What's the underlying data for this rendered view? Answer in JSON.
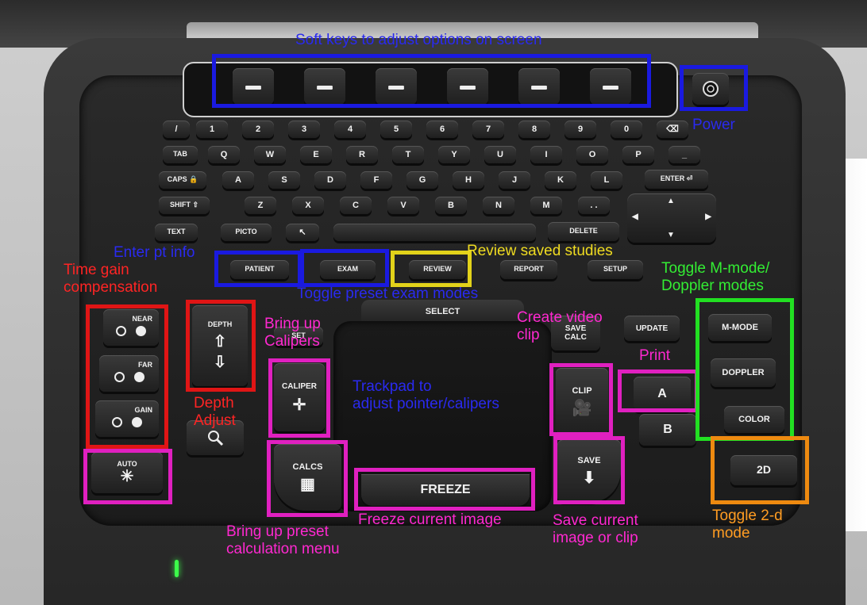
{
  "soft_keys": [
    "",
    "",
    "",
    "",
    "",
    ""
  ],
  "keyboard": {
    "row1": [
      "/",
      "1",
      "2",
      "3",
      "4",
      "5",
      "6",
      "7",
      "8",
      "9",
      "0",
      "⌫"
    ],
    "row2": [
      "TAB",
      "Q",
      "W",
      "E",
      "R",
      "T",
      "Y",
      "U",
      "I",
      "O",
      "P",
      "_"
    ],
    "row3": [
      "CAPS 🔒",
      "A",
      "S",
      "D",
      "F",
      "G",
      "H",
      "J",
      "K",
      "L",
      "ENTER ⏎"
    ],
    "row4": [
      "SHIFT ⇧",
      "Z",
      "X",
      "C",
      "V",
      "B",
      "N",
      "M",
      ". ."
    ],
    "row5": [
      "TEXT",
      "PICTO",
      "↖",
      "",
      "DELETE"
    ]
  },
  "arrows": {
    "up": "▲",
    "down": "▼",
    "left": "◀",
    "right": "▶"
  },
  "exam_row": {
    "patient": "PATIENT",
    "exam": "EXAM",
    "review": "REVIEW",
    "report": "REPORT",
    "setup": "SETUP"
  },
  "controls": {
    "select": "SELECT",
    "near": "NEAR",
    "far": "FAR",
    "gain": "GAIN",
    "auto": "AUTO",
    "depth": "DEPTH",
    "set": "SET",
    "caliper": "CALIPER",
    "calcs": "CALCS",
    "freeze": "FREEZE",
    "save_calc": "SAVE\nCALC",
    "update": "UPDATE",
    "clip": "CLIP",
    "save": "SAVE",
    "a": "A",
    "b": "B",
    "mmode": "M-MODE",
    "doppler": "DOPPLER",
    "color": "COLOR",
    "twod": "2D"
  },
  "icons": {
    "power": "power-icon",
    "depth_up": "arrow-up-icon",
    "depth_down": "arrow-down-icon",
    "zoom": "zoom-icon",
    "auto": "sparkle-icon",
    "caliper": "crosshair-icon",
    "calcs": "calculator-icon",
    "clip": "camera-icon",
    "save": "download-icon"
  },
  "annotations": {
    "soft_keys": "Soft keys to adjust options on screen",
    "power": "Power",
    "enter_pt": "Enter pt info",
    "toggle_exam": "Toggle preset exam modes",
    "review": "Review saved studies",
    "tgc": "Time gain\ncompensation",
    "depth": "Depth\nAdjust",
    "calipers": "Bring up\nCalipers",
    "trackpad": "Trackpad to\nadjust pointer/calipers",
    "video": "Create video\nclip",
    "print": "Print",
    "mmode": "Toggle M-mode/\nDoppler modes",
    "calc_menu": "Bring up preset\ncalculation menu",
    "freeze": "Freeze current image",
    "save": "Save current\nimage or clip",
    "twod": "Toggle 2-d\nmode"
  },
  "colors": {
    "blue": "#1a1ae0",
    "red": "#e01515",
    "magenta": "#e020c0",
    "yellow": "#e2d21a",
    "green": "#22e022",
    "orange": "#ee8a10"
  }
}
